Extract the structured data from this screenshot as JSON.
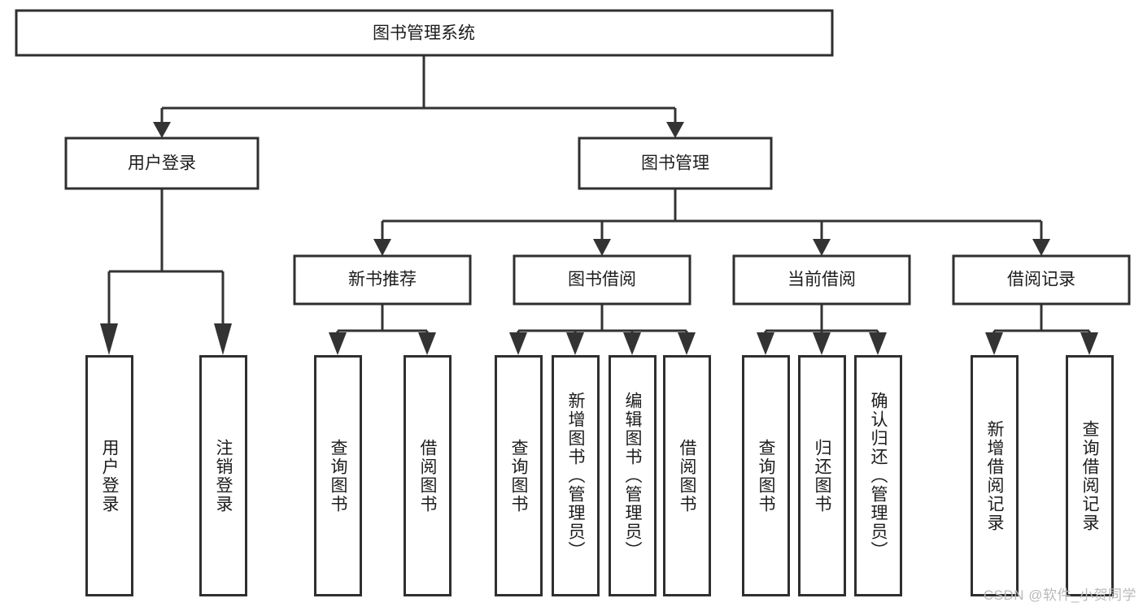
{
  "diagram": {
    "type": "tree-hierarchy",
    "title": "图书管理系统",
    "watermark": "CSDN @软件_小贺同学",
    "colors": {
      "box_border": "#2f2f2f",
      "connector": "#333333",
      "text": "#1d1d1d",
      "background": "#ffffff",
      "watermark": "#b9b9b9"
    },
    "levels": {
      "level1_label": "图书管理系统",
      "level2": [
        {
          "id": "user-login",
          "label": "用户登录"
        },
        {
          "id": "book-manage",
          "label": "图书管理"
        }
      ],
      "level3": [
        {
          "id": "new-book-recommend",
          "label": "新书推荐",
          "parent": "book-manage"
        },
        {
          "id": "book-borrow",
          "label": "图书借阅",
          "parent": "book-manage"
        },
        {
          "id": "current-borrow",
          "label": "当前借阅",
          "parent": "book-manage"
        },
        {
          "id": "borrow-record",
          "label": "借阅记录",
          "parent": "book-manage"
        }
      ]
    },
    "leaves": {
      "user-login": [
        {
          "id": "leaf-user-login",
          "label": "用户登录"
        },
        {
          "id": "leaf-logout-login",
          "label": "注销登录"
        }
      ],
      "new-book-recommend": [
        {
          "id": "leaf-query-book-1",
          "label": "查询图书"
        },
        {
          "id": "leaf-borrow-book-1",
          "label": "借阅图书"
        }
      ],
      "book-borrow": [
        {
          "id": "leaf-query-book-2",
          "label": "查询图书"
        },
        {
          "id": "leaf-add-book-admin",
          "label": "新增图书（管理员）"
        },
        {
          "id": "leaf-edit-book-admin",
          "label": "编辑图书（管理员）"
        },
        {
          "id": "leaf-borrow-book-2",
          "label": "借阅图书"
        }
      ],
      "current-borrow": [
        {
          "id": "leaf-query-book-3",
          "label": "查询图书"
        },
        {
          "id": "leaf-return-book",
          "label": "归还图书"
        },
        {
          "id": "leaf-confirm-return-admin",
          "label": "确认归还（管理员）"
        }
      ],
      "borrow-record": [
        {
          "id": "leaf-add-borrow-record",
          "label": "新增借阅记录"
        },
        {
          "id": "leaf-query-borrow-record",
          "label": "查询借阅记录"
        }
      ]
    }
  }
}
